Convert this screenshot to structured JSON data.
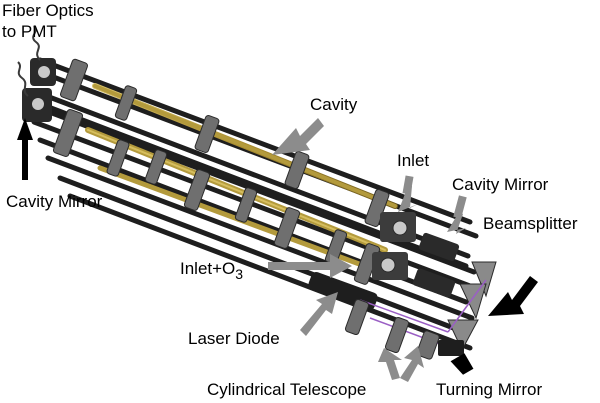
{
  "labels": {
    "fiber_line1": "Fiber Optics",
    "fiber_line2": "to PMT",
    "cavity_mirror_left": "Cavity Mirror",
    "cavity": "Cavity",
    "inlet": "Inlet",
    "cavity_mirror_right": "Cavity Mirror",
    "beamsplitter": "Beamsplitter",
    "inlet_o3_main": "Inlet+O",
    "inlet_o3_sub": "3",
    "laser_diode": "Laser Diode",
    "cylindrical_telescope": "Cylindrical Telescope",
    "turning_mirror": "Turning Mirror"
  },
  "colors": {
    "rod": "#1e1e1e",
    "cavity_tube": "#b39a3c",
    "clamp": "#6f6f6f",
    "clamp_light": "#c9c9c9",
    "beam": "#9a5fc4",
    "gray_arrow": "#8c8c8c",
    "black_arrow": "#000000"
  }
}
